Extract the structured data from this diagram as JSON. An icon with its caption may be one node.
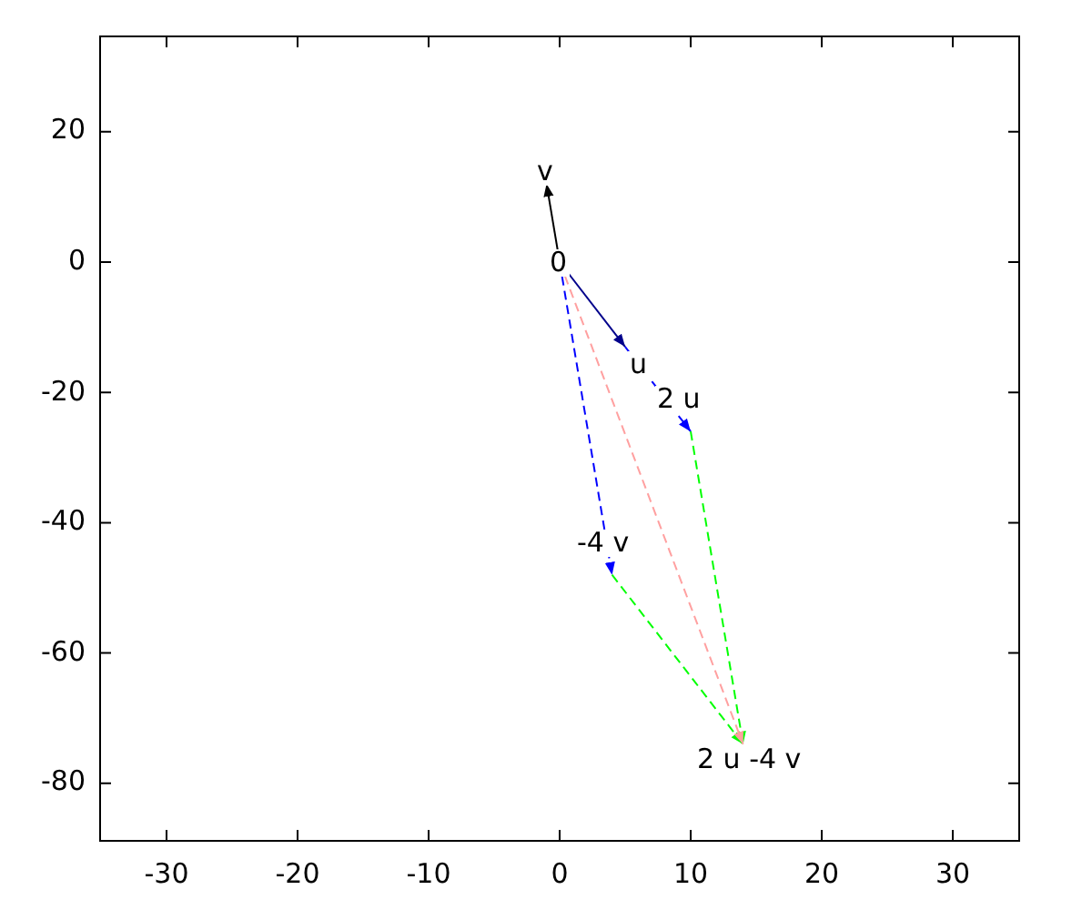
{
  "diagram": {
    "nodes": [
      {
        "text": [
          "0"
        ]
      },
      {
        "text": [
          "v"
        ]
      },
      {
        "text": [
          "u"
        ]
      },
      {
        "text": [
          "2 u"
        ]
      },
      {
        "text": [
          "-4 v"
        ]
      },
      {
        "text": [
          "2 u -4 v"
        ]
      }
    ],
    "edges": [
      {
        "from": 0,
        "to": 1,
        "arrow": "to",
        "color": "#000000"
      },
      {
        "from": 0,
        "to": 2,
        "arrow": "to",
        "color": "#00008b"
      },
      {
        "from": 2,
        "to": 3,
        "arrow": "to",
        "style": "dashed",
        "color": "#0000ff"
      },
      {
        "from": 0,
        "to": 4,
        "arrow": "to",
        "style": "dashed",
        "color": "#0000ff"
      },
      {
        "from": 4,
        "to": 5,
        "arrow": "to",
        "style": "dashed",
        "color": "#00ff00"
      },
      {
        "from": 3,
        "to": 5,
        "arrow": "to",
        "style": "dashed",
        "color": "#00ff00"
      },
      {
        "from": 0,
        "to": 5,
        "arrow": "to",
        "style": "dashed",
        "color": "#ffa0a0"
      }
    ],
    "labels": [
      "20",
      "0",
      "-20",
      "-40",
      "-60",
      "-80",
      "-30",
      "-20",
      "-10",
      "0",
      "10",
      "20",
      "30"
    ]
  }
}
